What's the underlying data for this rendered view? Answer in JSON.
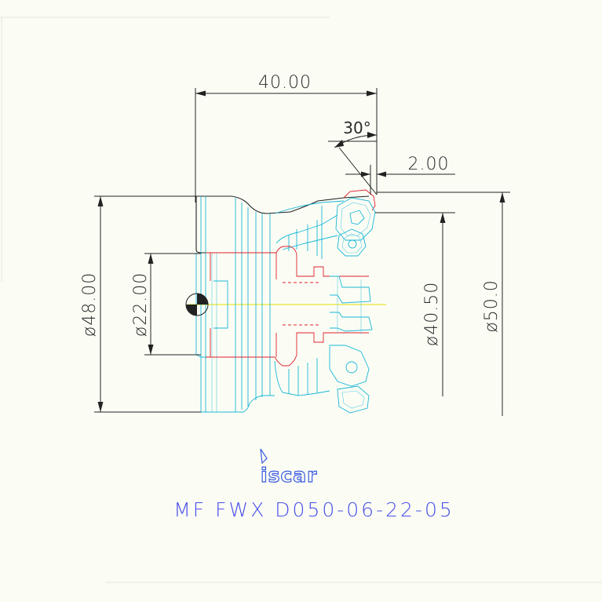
{
  "dimensions": {
    "length": "40.00",
    "angle": "30°",
    "offset": "2.00",
    "diameter_overall": "ø48.00",
    "diameter_bore": "ø22.00",
    "diameter_inner": "ø40.50",
    "diameter_cutting": "ø50.0"
  },
  "logo": {
    "text": "iscar"
  },
  "title": {
    "text": "MF FWX D050-06-22-05"
  },
  "colors": {
    "background": "#fbfdf5",
    "body_outline": "#1ab6d6",
    "cut_lines": "#e0202a",
    "dimension": "#222222",
    "center_axis": "#e8e000",
    "title": "#4a4ee8"
  }
}
